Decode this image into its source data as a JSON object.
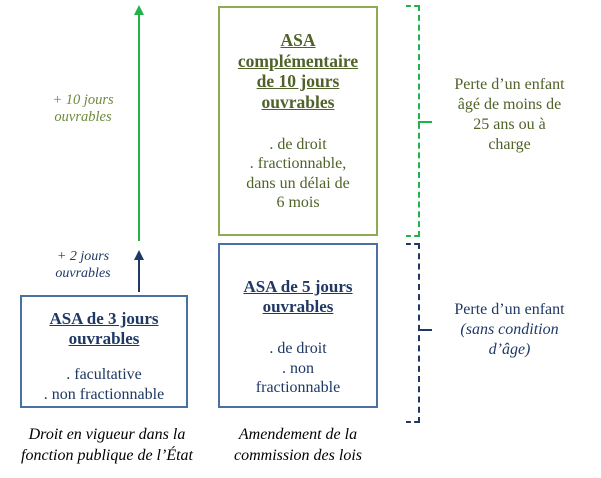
{
  "diagram": {
    "boxes": {
      "green_complementaire": {
        "title_lines": [
          "ASA",
          "complémentaire",
          "de 10 jours",
          "ouvrables"
        ],
        "body_lines": [
          ". de droit",
          ". fractionnable,",
          "dans un délai de",
          "6 mois"
        ],
        "border_color": "#8CAC54",
        "text_color": "#4F6228"
      },
      "asa_5_jours": {
        "title_lines": [
          "ASA de 5 jours",
          "ouvrables"
        ],
        "body_lines": [
          ". de droit",
          ". non",
          "fractionnable"
        ],
        "border_color": "#4A6FA5",
        "text_color": "#1F3864"
      },
      "asa_3_jours": {
        "title_lines": [
          "ASA de 3 jours",
          "ouvrables"
        ],
        "body_lines": [
          ". facultative",
          ". non fractionnable"
        ],
        "border_color": "#4A6FA5",
        "text_color": "#1F3864"
      }
    },
    "arrows": {
      "green": {
        "label_lines": [
          "+ 10 jours",
          "ouvrables"
        ],
        "color": "#22B24C",
        "label_color": "#6E8B3D"
      },
      "navy": {
        "label_lines": [
          "+ 2 jours",
          "ouvrables"
        ],
        "color": "#1F3864",
        "label_color": "#1F3864"
      }
    },
    "annotations": {
      "green": {
        "lines": [
          "Perte d’un enfant",
          "âgé de moins de",
          "25 ans ou à",
          "charge"
        ],
        "color": "#4F6228"
      },
      "navy": {
        "line1": "Perte d’un enfant",
        "line2": "(sans condition",
        "line3": "d’âge)",
        "color": "#1F3864"
      }
    },
    "captions": {
      "left_lines": [
        "Droit en vigueur dans la",
        "fonction publique de l’État"
      ],
      "right_lines": [
        "Amendement de la",
        "commission des lois"
      ]
    }
  }
}
